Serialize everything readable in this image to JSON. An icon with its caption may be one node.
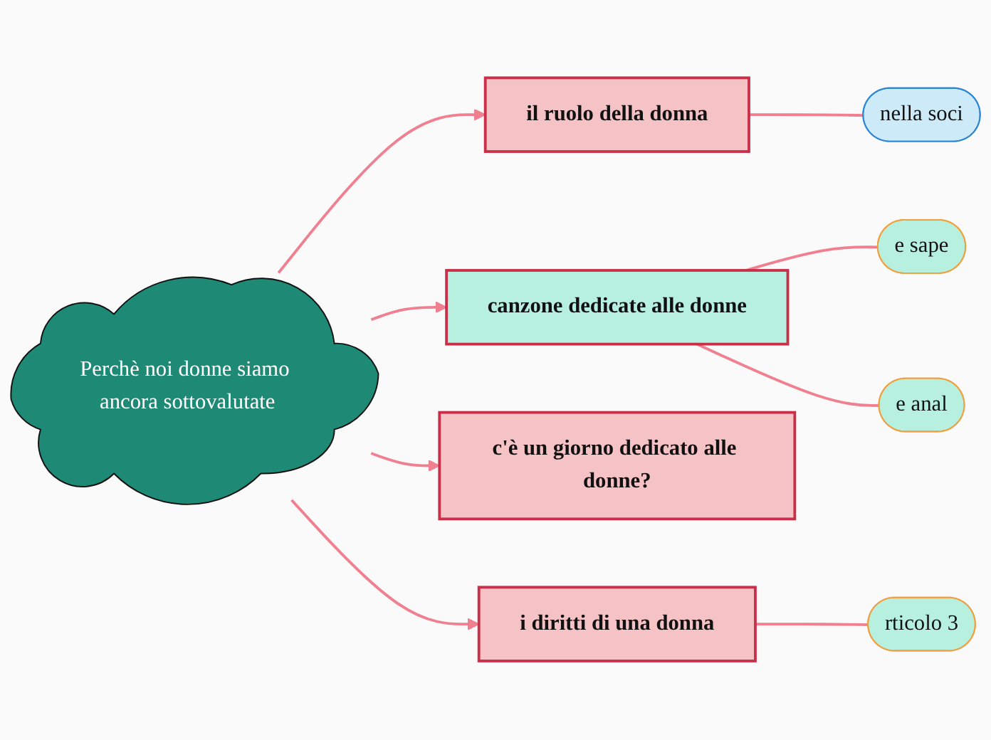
{
  "diagram": {
    "nodes": [
      {
        "text": [
          "Perchè noi donne siamo ancora sottovalutate"
        ]
      },
      {
        "text": [
          "il ruolo della donna"
        ]
      },
      {
        "text": [
          "nella soci"
        ]
      },
      {
        "text": [
          "canzone dedicate alle donne"
        ]
      },
      {
        "text": [
          "e sape"
        ]
      },
      {
        "text": [
          "e anal"
        ]
      },
      {
        "text": [
          "c'è un giorno dedicato alle donne?"
        ]
      },
      {
        "text": [
          "i diritti di una donna"
        ]
      },
      {
        "text": [
          "rticolo 3"
        ]
      }
    ],
    "edges": [
      {
        "from": 0,
        "to": 1,
        "arrow": "to"
      },
      {
        "from": 0,
        "to": 3,
        "arrow": "to"
      },
      {
        "from": 0,
        "to": 6,
        "arrow": "to"
      },
      {
        "from": 0,
        "to": 7,
        "arrow": "to"
      },
      {
        "from": 1,
        "to": 2,
        "arrow": "none"
      },
      {
        "from": 3,
        "to": 4,
        "arrow": "none"
      },
      {
        "from": 3,
        "to": 5,
        "arrow": "none"
      },
      {
        "from": 7,
        "to": 8,
        "arrow": "none"
      }
    ]
  }
}
